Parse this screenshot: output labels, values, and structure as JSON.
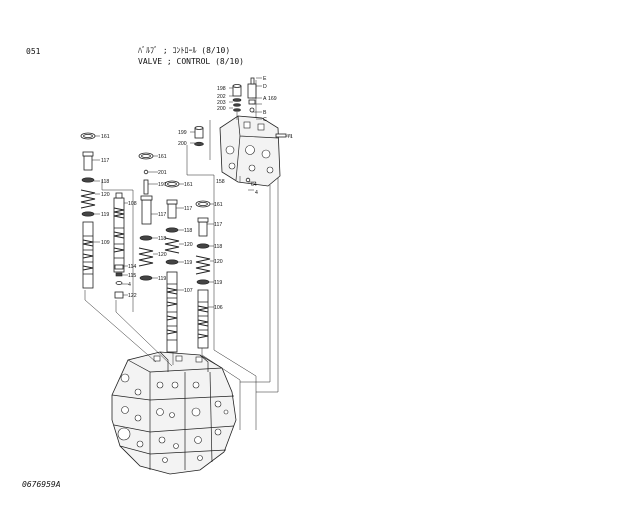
{
  "header": {
    "page_number": "051",
    "title_jp": "ﾊﾞﾙﾌﾞ ; ｺﾝﾄﾛｰﾙ (8/10)",
    "title_en": "VALVE ; CONTROL (8/10)"
  },
  "footer": {
    "drawing_number": "0676959A"
  },
  "callouts": {
    "c161a": "161",
    "c117a": "117",
    "c118a": "118",
    "c120a": "120",
    "c119a": "119",
    "c109": "109",
    "c108": "108",
    "c114": "114",
    "c115": "115",
    "c4a": "4",
    "c122": "122",
    "c161b": "161",
    "c201": "201",
    "c197": "197",
    "c117b": "117",
    "c118b": "118",
    "c120b": "120",
    "c119b": "119",
    "c161c": "161",
    "c117c": "117",
    "c118c": "118",
    "c120c": "120",
    "c119c": "119",
    "c107": "107",
    "c161d": "161",
    "c117d": "117",
    "c118d": "118",
    "c120d": "120",
    "c119d": "119",
    "c106": "106",
    "c199a": "199",
    "c200a": "200",
    "c198": "198",
    "c202": "202",
    "c203": "203",
    "c200b": "200",
    "cE": "E",
    "cD": "D",
    "cA": "A",
    "cB": "B",
    "cC": "C",
    "c169": "169",
    "c71": "71",
    "c158": "158",
    "c64": "64",
    "c4b": "4"
  }
}
